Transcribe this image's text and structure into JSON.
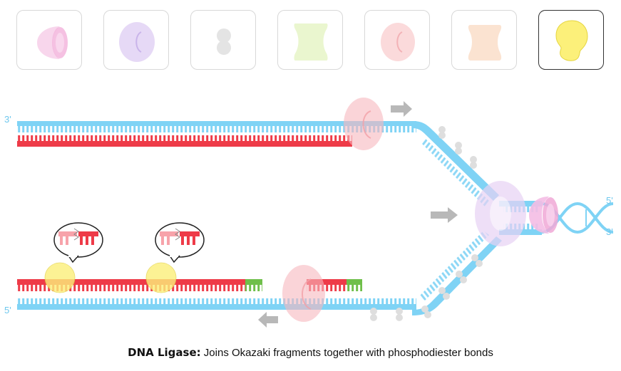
{
  "toolbar": {
    "tools": [
      {
        "icon": "sliding-clamp-icon",
        "active": false,
        "color": "#f4bde4"
      },
      {
        "icon": "helicase-icon",
        "active": false,
        "color": "#d9c8f2"
      },
      {
        "icon": "ssb-protein-icon",
        "active": false,
        "color": "#d0d0d0"
      },
      {
        "icon": "topoisomerase-icon",
        "active": false,
        "color": "#dff0b4"
      },
      {
        "icon": "dna-polymerase-icon",
        "active": false,
        "color": "#f8c6c6"
      },
      {
        "icon": "primase-icon",
        "active": false,
        "color": "#f8d7c0"
      },
      {
        "icon": "dna-ligase-icon",
        "active": true,
        "color": "#fcf07a"
      }
    ]
  },
  "diagram": {
    "labels": {
      "top_left": "3'",
      "bottom_left": "5'",
      "right_top": "5'",
      "right_bottom": "3'"
    },
    "colors": {
      "parent_strand": "#7fd3f5",
      "new_dna": "#ee3b48",
      "rna_primer": "#6fbf4a",
      "ligase": "#fcf07a",
      "polymerase": "#f7b8be",
      "helicase": "#e7d2f4",
      "ssb": "#d6d6d6",
      "arrow": "#b8b8b8"
    }
  },
  "caption": {
    "term": "DNA Ligase:",
    "description": "Joins Okazaki fragments together with phosphodiester bonds"
  }
}
